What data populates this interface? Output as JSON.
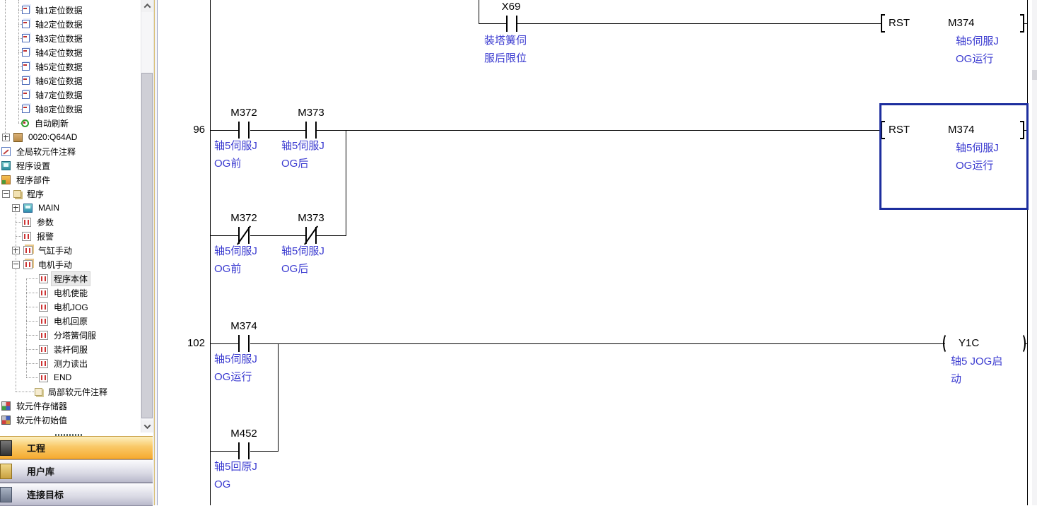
{
  "colors": {
    "selection_border": "#1d2e9e",
    "comment_text": "#3a3ad0",
    "project_button_orange": "#f5aa30"
  },
  "sidebar": {
    "items": [
      {
        "label": "轴1定位数据",
        "icon": "positioning-data"
      },
      {
        "label": "轴2定位数据",
        "icon": "positioning-data"
      },
      {
        "label": "轴3定位数据",
        "icon": "positioning-data"
      },
      {
        "label": "轴4定位数据",
        "icon": "positioning-data"
      },
      {
        "label": "轴5定位数据",
        "icon": "positioning-data"
      },
      {
        "label": "轴6定位数据",
        "icon": "positioning-data"
      },
      {
        "label": "轴7定位数据",
        "icon": "positioning-data"
      },
      {
        "label": "轴8定位数据",
        "icon": "positioning-data"
      },
      {
        "label": "自动刷新",
        "icon": "auto-refresh"
      },
      {
        "label": "0020:Q64AD",
        "icon": "module"
      },
      {
        "label": "全局软元件注释",
        "icon": "global-device-comment"
      },
      {
        "label": "程序设置",
        "icon": "program-setting"
      },
      {
        "label": "程序部件",
        "icon": "pou"
      },
      {
        "label": "程序",
        "icon": "program-folder"
      },
      {
        "label": "MAIN",
        "icon": "program-main"
      },
      {
        "label": "参数",
        "icon": "ladder-program"
      },
      {
        "label": "报警",
        "icon": "ladder-program"
      },
      {
        "label": "气缸手动",
        "icon": "ladder-program-folder"
      },
      {
        "label": "电机手动",
        "icon": "ladder-program-folder"
      },
      {
        "label": "程序本体",
        "icon": "ladder-program"
      },
      {
        "label": "电机使能",
        "icon": "ladder-program"
      },
      {
        "label": "电机JOG",
        "icon": "ladder-program"
      },
      {
        "label": "电机回原",
        "icon": "ladder-program"
      },
      {
        "label": "分塔簧伺服",
        "icon": "ladder-program"
      },
      {
        "label": "装杆伺服",
        "icon": "ladder-program"
      },
      {
        "label": "测力读出",
        "icon": "ladder-program"
      },
      {
        "label": "END",
        "icon": "ladder-program"
      },
      {
        "label": "局部软元件注释",
        "icon": "local-device-comment"
      },
      {
        "label": "软元件存储器",
        "icon": "device-memory"
      },
      {
        "label": "软元件初始值",
        "icon": "device-initial-value"
      }
    ],
    "nav": [
      {
        "label": "工程",
        "icon": "project"
      },
      {
        "label": "用户库",
        "icon": "user-library"
      },
      {
        "label": "连接目标",
        "icon": "connection-target"
      }
    ]
  },
  "ladder": {
    "rung_partial_top": {
      "contact": {
        "device": "X69",
        "type": "NO",
        "comment": [
          "装塔簧伺",
          "服后限位"
        ]
      },
      "instruction": "RST",
      "operand": "M374",
      "operand_comment": [
        "轴5伺服J",
        "OG运行"
      ]
    },
    "rung_96": {
      "step": "96",
      "branch1": [
        {
          "device": "M372",
          "type": "NO",
          "comment": [
            "轴5伺服J",
            "OG前"
          ]
        },
        {
          "device": "M373",
          "type": "NO",
          "comment": [
            "轴5伺服J",
            "OG后"
          ]
        }
      ],
      "branch2": [
        {
          "device": "M372",
          "type": "NC",
          "comment": [
            "轴5伺服J",
            "OG前"
          ]
        },
        {
          "device": "M373",
          "type": "NC",
          "comment": [
            "轴5伺服J",
            "OG后"
          ]
        }
      ],
      "instruction": "RST",
      "operand": "M374",
      "operand_comment": [
        "轴5伺服J",
        "OG运行"
      ],
      "selected": true
    },
    "rung_102": {
      "step": "102",
      "branch1": [
        {
          "device": "M374",
          "type": "NO",
          "comment": [
            "轴5伺服J",
            "OG运行"
          ]
        }
      ],
      "branch2": [
        {
          "device": "M452",
          "type": "NO",
          "comment": [
            "轴5回原J",
            "OG"
          ]
        }
      ],
      "coil": {
        "device": "Y1C",
        "comment": [
          "轴5 JOG启",
          "动"
        ]
      }
    }
  }
}
